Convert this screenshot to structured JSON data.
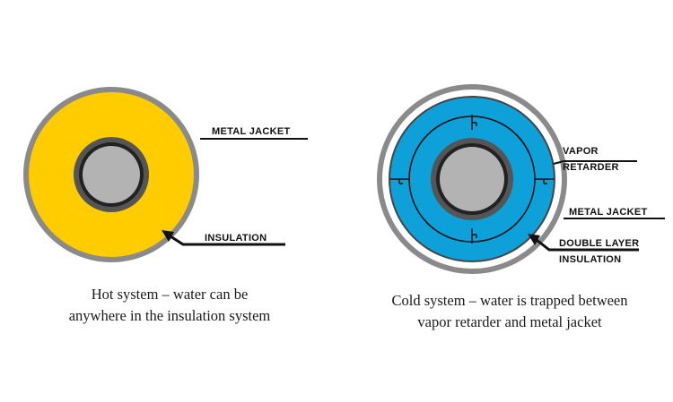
{
  "hot": {
    "label_metal_jacket": "METAL JACKET",
    "label_insulation": "INSULATION",
    "caption_line1": "Hot system – water can be",
    "caption_line2": "anywhere in the insulation system"
  },
  "cold": {
    "label_vapor_line1": "VAPOR",
    "label_vapor_line2": "RETARDER",
    "label_metal_jacket": "METAL JACKET",
    "label_double_line1": "DOUBLE LAYER",
    "label_double_line2": "INSULATION",
    "caption_line1": "Cold system – water is trapped between",
    "caption_line2": "vapor retarder and metal jacket"
  },
  "colors": {
    "hot_insulation": "#ffcc00",
    "cold_insulation": "#0ea0d8",
    "jacket": "#8a8a8a",
    "pipe_wall": "#555555",
    "pipe_core": "#b3b3b3",
    "water_gap": "#ffffff",
    "lines": "#111111"
  }
}
